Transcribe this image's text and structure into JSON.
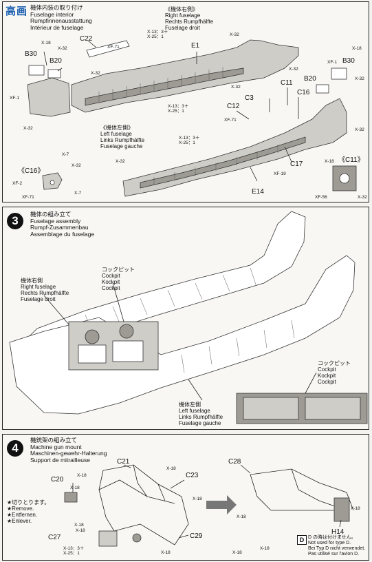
{
  "watermark": {
    "logo_text": "高",
    "logo_text2": "画"
  },
  "step2": {
    "title_lines": [
      "機体内装の取り付け",
      "Fuselage interior",
      "Rumpfinnenausstattung",
      "Intérieur de fuselage"
    ],
    "right_fuselage": [
      "《機体右側》",
      "Right fuselage",
      "Rechts Rumpfhälfte",
      "Fuselage droit"
    ],
    "left_fuselage": [
      "《機体左側》",
      "Left fuselage",
      "Links Rumpfhälfte",
      "Fuselage gauche"
    ],
    "parts": [
      "C22",
      "B30",
      "B20",
      "E1",
      "B20",
      "B30",
      "C11",
      "C3",
      "C16",
      "C12",
      "C17",
      "E14",
      "《C16》",
      "《C11》"
    ],
    "screws": [
      "X-18",
      "X-32",
      "XF-71",
      "X-32",
      "X-13：3＋\nX-25：1",
      "XF-1",
      "X-32",
      "X-13：3＋\nX-25：1",
      "X-32",
      "X-32",
      "XF-1",
      "X-18",
      "X-32",
      "X-32",
      "XF-71",
      "X-32",
      "X-13：3＋\nX-25：1",
      "X-32",
      "XF-19",
      "X-7",
      "X-32",
      "XF-2",
      "X-7",
      "XF-71",
      "X-18",
      "XF-56",
      "X-32"
    ]
  },
  "step3": {
    "number": "3",
    "title_lines": [
      "機体の組み立て",
      "Fuselage assembly",
      "Rumpf-Zusammenbau",
      "Assemblage du fuselage"
    ],
    "right_fuselage": [
      "機体右側",
      "Right fuselage",
      "Rechts Rumpfhälfte",
      "Fuselage droit"
    ],
    "cockpit_top": [
      "コックピット",
      "Cockpit",
      "Kockpit",
      "Cockpit"
    ],
    "cockpit_right": [
      "コックピット",
      "Cockpit",
      "Kockpit",
      "Cockpit"
    ],
    "left_fuselage": [
      "機体左側",
      "Left fuselage",
      "Links Rumpfhälfte",
      "Fuselage gauche"
    ]
  },
  "step4": {
    "number": "4",
    "title_lines": [
      "機銃架の組み立て",
      "Machine gun mount",
      "Maschinen-gewehr-Halterung",
      "Support de mitrailleuse"
    ],
    "remove_note": [
      "★切りとります。",
      "★Remove.",
      "★Entfernen.",
      "★Enlever."
    ],
    "parts": [
      "C21",
      "C20",
      "C23",
      "C27",
      "C29",
      "C28",
      "H14"
    ],
    "screws": [
      "X-18",
      "X-18",
      "X-18",
      "X-18",
      "X-18",
      "X-18",
      "X-13：3＋\nX-25：1",
      "X-18",
      "X-18",
      "X-18",
      "X-18",
      "X-18"
    ],
    "type_d_label": "D",
    "type_d_note": [
      "D の時は付けません。",
      "Not used for type D.",
      "Bei Typ D nicht verwendet.",
      "Pas utilisé sur l'avion D."
    ]
  }
}
